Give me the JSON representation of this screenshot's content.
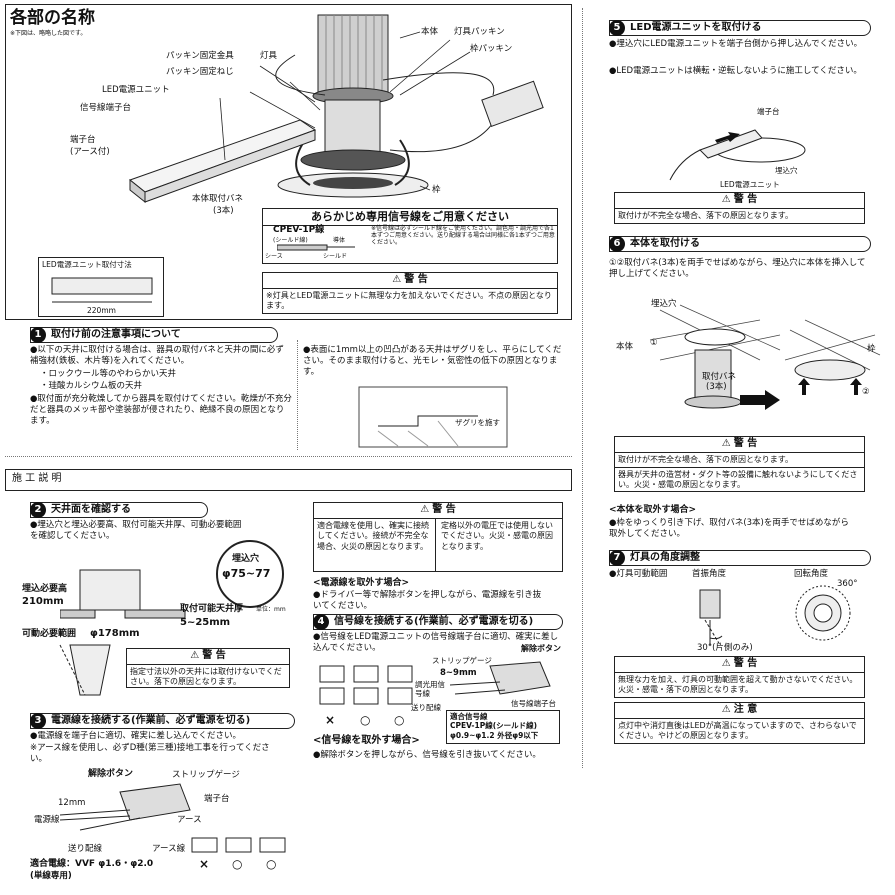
{
  "parts": {
    "title": "各部の名称",
    "note": "※下図は、略略した図です。",
    "labels": {
      "body": "本体",
      "packing": "灯具パッキン",
      "frame_packing": "枠パッキン",
      "packing_plate": "パッキン固定金具",
      "lamp": "灯具",
      "packing_screw": "パッキン固定ねじ",
      "led_unit": "LED電源ユニット",
      "signal_terminal": "信号線端子台",
      "terminal": "端子台",
      "earth": "(アース付)",
      "spring": "本体取付バネ",
      "spring_count": "(3本)",
      "frame": "枠"
    }
  },
  "cable_box": {
    "title": "あらかじめ専用信号線をご用意ください",
    "cable_name": "CPEV-1P線",
    "shield_wire": "(シールド線)",
    "conductor": "導体",
    "sheath": "シース",
    "shield": "シールド",
    "note": "※信号線は必ずシールド線をご使用ください。調色用・調光用で各1本ずつご用意ください。送り配線する場合は同様に各1本ずつご用意ください。"
  },
  "dim_box": {
    "title": "LED電源ユニット取付寸法",
    "dim": "220mm"
  },
  "warn_top": {
    "title": "警 告",
    "text": "※灯具とLED電源ユニットに無理な力を加えないでください。不点の原因となります。"
  },
  "s1": {
    "num": "1",
    "title": "取付け前の注意事項について",
    "b1": "●以下の天井に取付ける場合は、器具の取付バネと天井の間に必ず補強材(鉄板、木片等)を入れてください。",
    "b1a": "・ロックウール等のやわらかい天井",
    "b1b": "・珪酸カルシウム板の天井",
    "b2": "●取付面が充分乾燥してから器具を取付けてください。乾燥が不充分だと器具のメッキ部や塗装部が侵されたり、絶縁不良の原因となります。",
    "b3": "●表面に1mm以上の凹凸がある天井はザグリをし、平らにしてください。そのまま取付けると、光モレ・気密性の低下の原因となります。",
    "zaguri": "ザグリを施す"
  },
  "section": {
    "title": "施 工 説 明"
  },
  "s2": {
    "num": "2",
    "title": "天井面を確認する",
    "text": "●埋込穴と埋込必要高、取付可能天井厚、可動必要範囲を確認してください。",
    "hole_label": "埋込穴",
    "hole_dim": "φ75~77",
    "height_label": "埋込必要高",
    "height_val": "210mm",
    "thick_label": "取付可能天井厚",
    "thick_val": "5~25mm",
    "unit": "単位：mm",
    "move_label": "可動必要範囲",
    "move_val": "φ178mm"
  },
  "warn2": {
    "title": "警 告",
    "text": "指定寸法以外の天井には取付けないでください。落下の原因となります。"
  },
  "warn_mid": {
    "title": "警 告",
    "l1": "適合電線を使用し、確実に接続してください。接続が不完全な場合、火災の原因となります。",
    "l2": "定格以外の電圧では使用しないでください。火災・感電の原因となります。"
  },
  "rm_power": {
    "title": "<電源線を取外す場合>",
    "text": "●ドライバー等で解除ボタンを押しながら、電源線を引き抜いてください。"
  },
  "s4": {
    "num": "4",
    "title": "信号線を接続する(作業前、必ず電源を切る)",
    "text": "●信号線をLED電源ユニットの信号線端子台に適切、確実に差し込んでください。",
    "release": "解除ボタン",
    "strip": "ストリップゲージ",
    "strip_len": "8~9mm",
    "dim_signal": "調光用信号線",
    "feed": "送り配線",
    "sig_terminal": "信号線端子台",
    "fit_title": "適合信号線",
    "fit_l1": "CPEV-1P線(シールド線)",
    "fit_l2": "φ0.9~φ1.2 外径φ9以下",
    "marks": [
      "×",
      "○",
      "○"
    ]
  },
  "rm_signal": {
    "title": "<信号線を取外す場合>",
    "text": "●解除ボタンを押しながら、信号線を引き抜いてください。"
  },
  "s3": {
    "num": "3",
    "title": "電源線を接続する(作業前、必ず電源を切る)",
    "t1": "●電源線を端子台に適切、確実に差し込んでください。",
    "t2": "※アース線を使用し、必ずD種(第三種)接地工事を行ってください。",
    "release": "解除ボタン",
    "strip": "ストリップゲージ",
    "terminal": "端子台",
    "len": "12mm",
    "power": "電源線",
    "earth": "アース",
    "feed": "送り配線",
    "earth_wire": "アース線",
    "fit": "適合電線：VVF φ1.6・φ2.0",
    "fit2": "(単線専用)",
    "marks": [
      "×",
      "○",
      "○"
    ]
  },
  "s5": {
    "num": "5",
    "title": "LED電源ユニットを取付ける",
    "b1": "●埋込穴にLED電源ユニットを端子台側から押し込んでください。",
    "b2": "●LED電源ユニットは横転・逆転しないように施工してください。",
    "terminal": "端子台",
    "hole": "埋込穴",
    "unit": "LED電源ユニット"
  },
  "warn5": {
    "title": "警 告",
    "text": "取付けが不完全な場合、落下の原因となります。"
  },
  "s6": {
    "num": "6",
    "title": "本体を取付ける",
    "text": "①②取付バネ(3本)を両手でせばめながら、埋込穴に本体を挿入して押し上げてください。",
    "hole": "埋込穴",
    "body": "本体",
    "spring": "取付バネ",
    "spring_n": "(3本)",
    "frame": "枠",
    "c1": "①",
    "c2": "②"
  },
  "warn6": {
    "title": "警 告",
    "l1": "取付けが不完全な場合、落下の原因となります。",
    "l2": "器具が天井の造営材・ダクト等の設備に触れないようにしてください。火災・感電の原因となります。"
  },
  "rm_body": {
    "title": "<本体を取外す場合>",
    "text": "●枠をゆっくり引き下げ、取付バネ(3本)を両手でせばめながら取外してください。"
  },
  "s7": {
    "num": "7",
    "title": "灯具の角度調整",
    "range": "●灯具可動範囲",
    "tilt": "首振角度",
    "rot": "回転角度",
    "deg360": "360°",
    "deg30": "30°(片側のみ)"
  },
  "warn7": {
    "title": "警 告",
    "text": "無理な力を加え、灯具の可動範囲を超えて動かさないでください。火災・感電・落下の原因となります。"
  },
  "caution7": {
    "title": "注 意",
    "text": "点灯中や消灯直後はLEDが高温になっていますので、さわらないでください。やけどの原因となります。"
  }
}
